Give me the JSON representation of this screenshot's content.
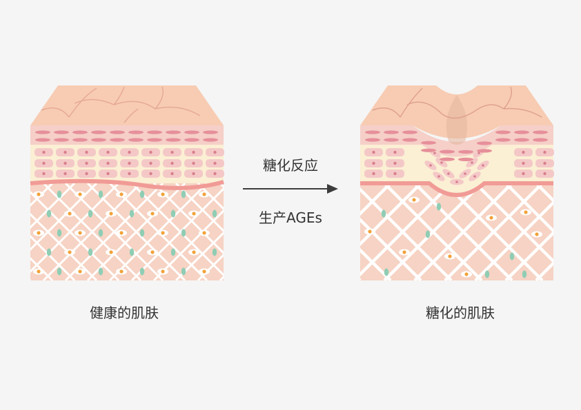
{
  "labels": {
    "healthy_skin": "健康的肌肤",
    "glycated_skin": "糖化的肌肤",
    "process_top": "糖化反应",
    "process_bottom": "生产AGEs"
  },
  "icons": {
    "process_arrow": "arrow-right-icon"
  },
  "colors": {
    "background": "#f5f5f5",
    "epidermis_top": "#f7ccb3",
    "epidermis_band": "#f5cfc8",
    "cell_band": "#fbefd4",
    "cell_fill": "#f4c8c7",
    "cell_nucleus": "#d97f8c",
    "basement_line": "#f19b96",
    "dermis": "#f6d3c4",
    "collagen_fiber": "#ffffff",
    "fibroblast_core": "#f2a23a",
    "elastin_node": "#8fcdb4",
    "arrow": "#3c3c3c",
    "text": "#333333"
  }
}
